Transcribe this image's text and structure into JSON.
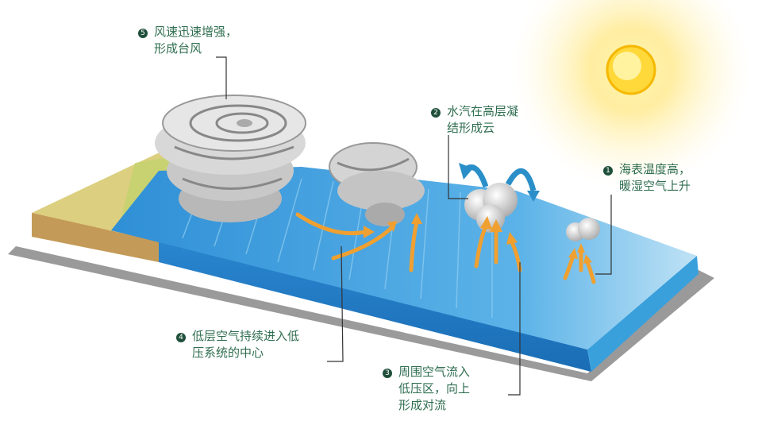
{
  "steps": [
    {
      "number": "1",
      "lines": [
        "海表温度高，",
        "暖湿空气上升"
      ]
    },
    {
      "number": "2",
      "lines": [
        "水汽在高层凝",
        "结形成云"
      ]
    },
    {
      "number": "3",
      "lines": [
        "周围空气流入",
        "低压区，向上",
        "形成对流"
      ]
    },
    {
      "number": "4",
      "lines": [
        "低层空气持续进入低",
        "压系统的中心"
      ]
    },
    {
      "number": "5",
      "lines": [
        "风速迅速增强，",
        "形成台风"
      ]
    }
  ],
  "colors": {
    "text": "#2f6e50",
    "sea": "#3a9ad8",
    "arrow": "#f0a030",
    "circulation": "#2a8fc8",
    "land": "#d8c97a"
  }
}
